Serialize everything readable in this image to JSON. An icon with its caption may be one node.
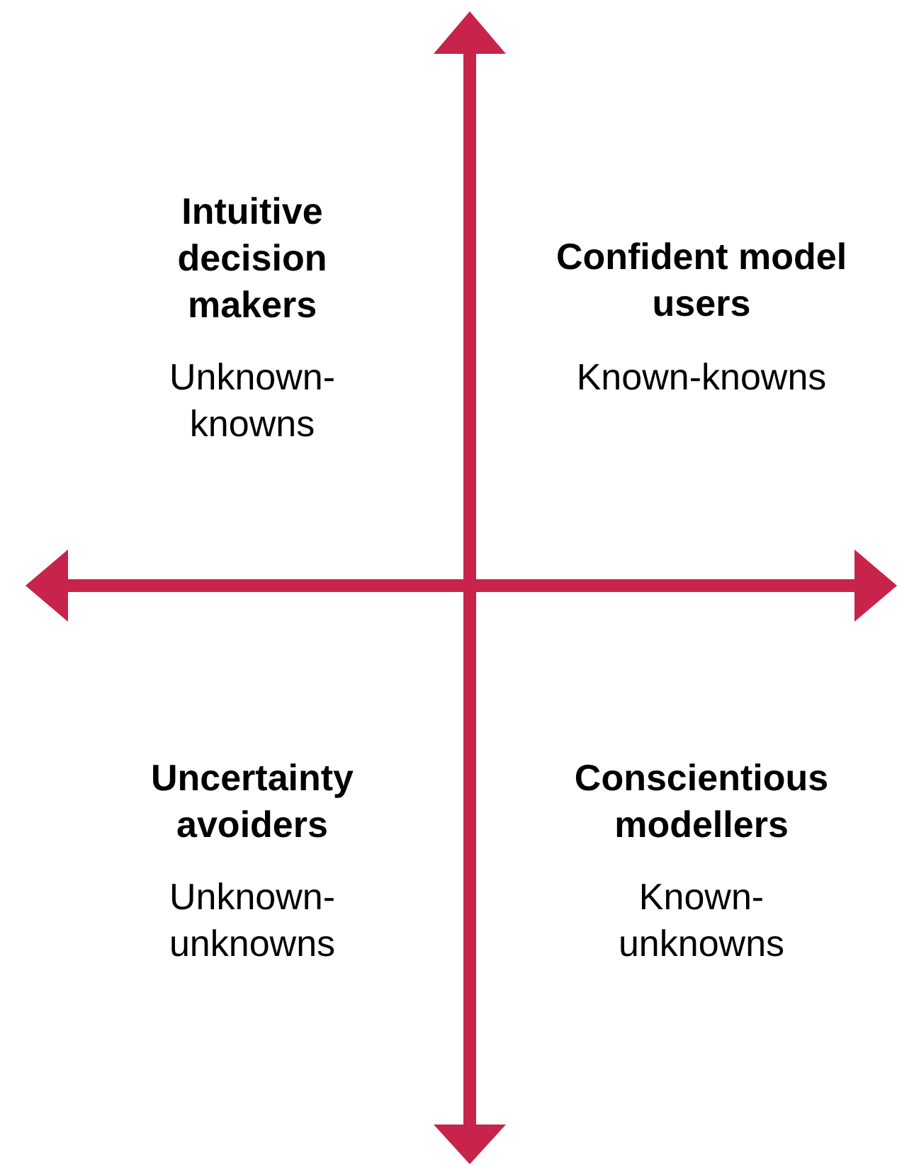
{
  "diagram": {
    "labels": [
      "Intuitive decision makers",
      "Unknown-knowns",
      "Confident model users",
      "Known-knowns",
      "Uncertainty avoiders",
      "Unknown-unknowns",
      "Conscientious modellers",
      "Known-unknowns"
    ]
  }
}
